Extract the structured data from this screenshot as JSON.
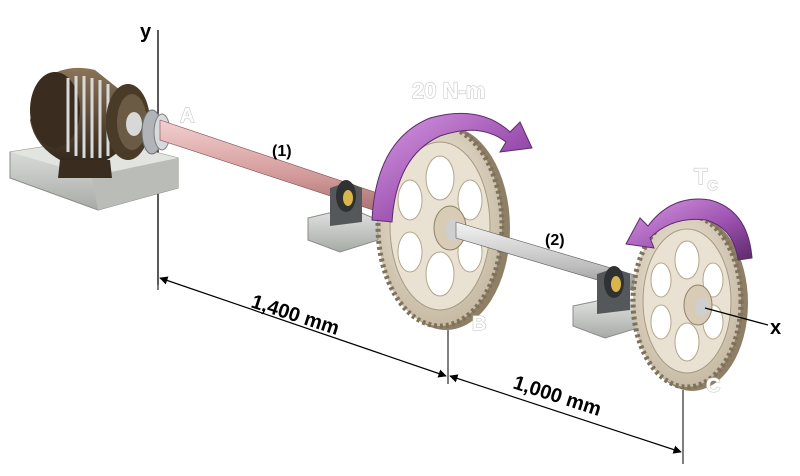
{
  "labels": {
    "axis_y": "y",
    "axis_x": "x",
    "point_a": "A",
    "point_b": "B",
    "point_c": "C",
    "shaft_1": "(1)",
    "shaft_2": "(2)",
    "torque_b": "20 N-m",
    "torque_c_main": "T",
    "torque_c_sub": "C",
    "dim_ab": "1,400 mm",
    "dim_bc": "1,000 mm"
  },
  "colors": {
    "shaft1": "#d9a0a0",
    "shaft2": "#bfbfbf",
    "gear": "#e6dccb",
    "arrow": "#b463c4",
    "motor": "#4a3a2a",
    "base": "#c9ccc8"
  }
}
